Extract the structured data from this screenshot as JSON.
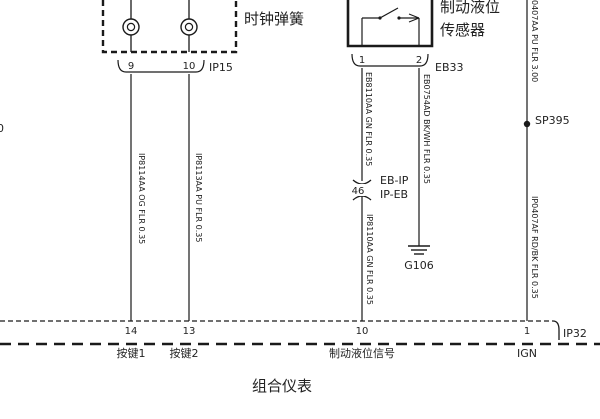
{
  "left_edge_fragment": "0",
  "clock_spring": {
    "label": "时钟弹簧",
    "pins": [
      "9",
      "10"
    ],
    "connector": "IP15"
  },
  "fluid_sensor": {
    "label_line1": "制动液位",
    "label_line2": "传感器",
    "pins": [
      "1",
      "2"
    ],
    "connector": "EB33"
  },
  "wires": {
    "w1": "IP8114AA OG FLR 0.35",
    "w2": "IP8113AA PU FLR 0.35",
    "w3": "EB8110AA GN FLR 0.35",
    "w4": "EB0754AD BK/WH FLR 0.35",
    "w5": "IP8110AA GN FLR 0.35",
    "w6": "0407AA PU FLR 3.00",
    "w7": "IP0407AF RD/BK FLR 0.35"
  },
  "inline_connector": {
    "pin": "46",
    "name_line1": "EB-IP",
    "name_line2": "IP-EB"
  },
  "splice": "SP395",
  "ground": "G106",
  "cluster_connector": {
    "name": "IP32",
    "pins": [
      "14",
      "13",
      "10",
      "1"
    ],
    "signals": [
      "按键1",
      "按键2",
      "制动液位信号",
      "IGN"
    ]
  },
  "cluster_title": "组合仪表"
}
